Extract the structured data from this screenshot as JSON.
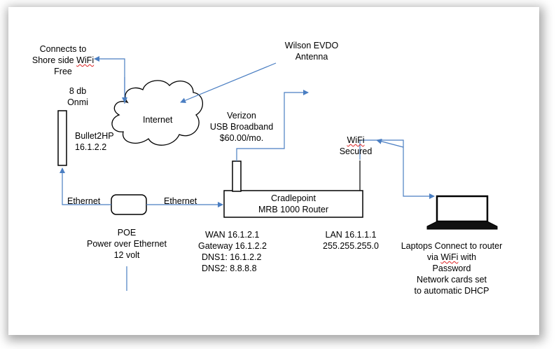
{
  "shore": {
    "line1_pre": "Connects to",
    "line2_pre": "Shore side ",
    "line2_wifi": "WiFi",
    "line3": "Free"
  },
  "wilson": {
    "line1": "Wilson EVDO",
    "line2": "Antenna"
  },
  "bullet_antenna": {
    "line1": "8 db",
    "line2": "Onmi"
  },
  "internet": {
    "label": "Internet"
  },
  "bullet": {
    "line1": "Bullet2HP",
    "line2": "16.1.2.2"
  },
  "verizon": {
    "line1": "Verizon",
    "line2": "USB Broadband",
    "line3": "$60.00/mo."
  },
  "wifi_secured": {
    "line1": "WiFi",
    "line2": "Secured"
  },
  "ethernet_left": "Ethernet",
  "ethernet_right": "Ethernet",
  "router": {
    "line1": "Cradlepoint",
    "line2": "MRB 1000 Router"
  },
  "poe": {
    "line1": "POE",
    "line2": "Power over Ethernet",
    "line3": "12 volt"
  },
  "wan": {
    "line1": "WAN 16.1.2.1",
    "line2": "Gateway 16.1.2.2",
    "line3": "DNS1: 16.1.2.2",
    "line4": "DNS2:  8.8.8.8"
  },
  "lan": {
    "line1": "LAN 16.1.1.1",
    "line2": "255.255.255.0"
  },
  "laptops": {
    "line1": "Laptops Connect to router",
    "line2_pre": "via ",
    "line2_wifi": "WiFi",
    "line2_post": " with",
    "line3": "Password",
    "line4": "Network cards set",
    "line5": "to automatic DHCP"
  },
  "colors": {
    "arrow": "#4a7ec2",
    "line": "#000000"
  }
}
